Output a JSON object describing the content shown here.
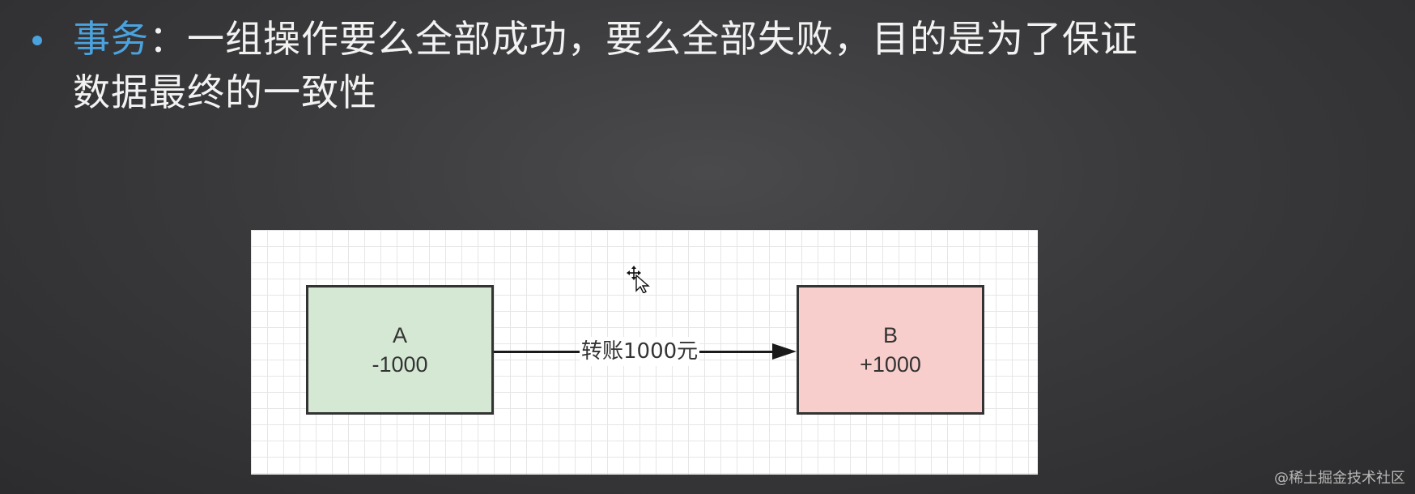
{
  "slide": {
    "bullet_keyword": "事务",
    "bullet_line1_rest": "：一组操作要么全部成功，要么全部失败，目的是为了保证",
    "bullet_line2": "数据最终的一致性"
  },
  "diagram": {
    "node_a": {
      "name": "A",
      "value": "-1000"
    },
    "node_b": {
      "name": "B",
      "value": "+1000"
    },
    "edge_label": "转账1000元"
  },
  "watermark": "@稀土掘金技术社区",
  "colors": {
    "keyword": "#4aa3df",
    "node_a_fill": "#d5e8d4",
    "node_b_fill": "#f8cecc",
    "canvas": "#ffffff"
  },
  "icons": {
    "cursor": "move-cursor-icon",
    "bullet": "bullet-dot-icon"
  }
}
